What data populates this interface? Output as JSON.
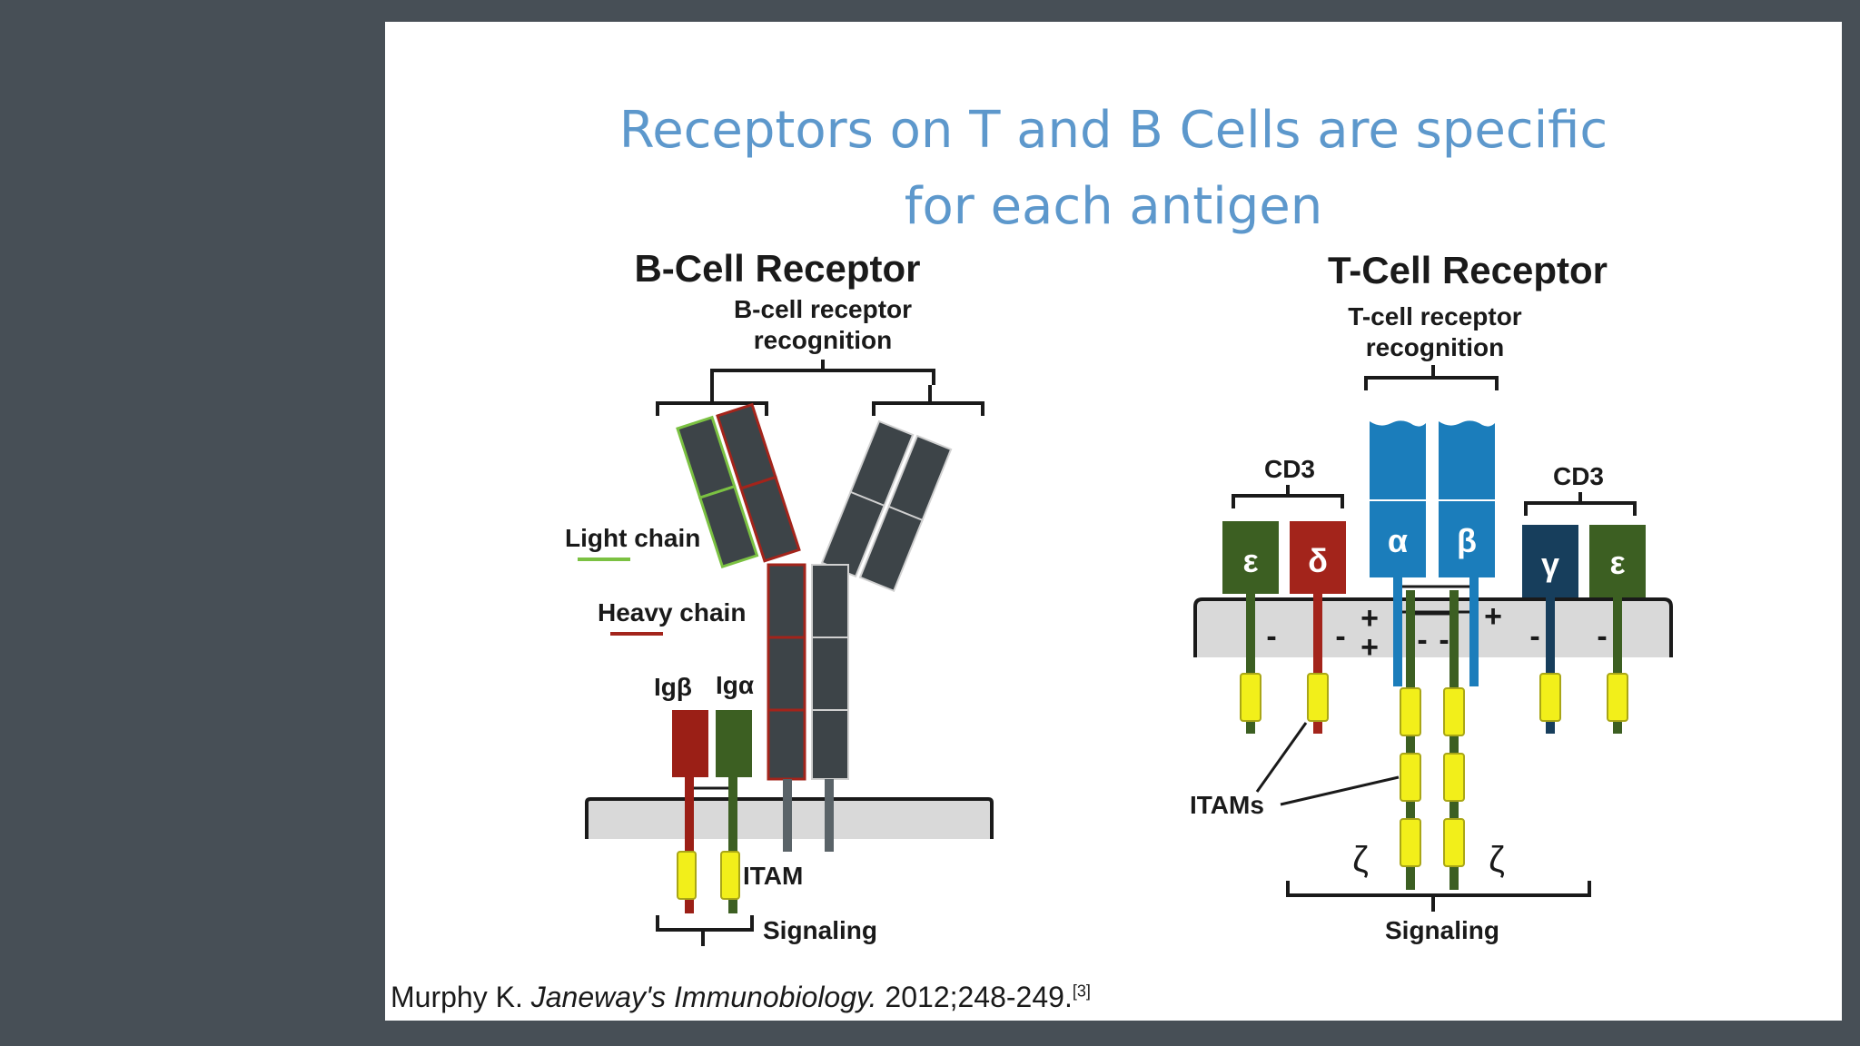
{
  "slide": {
    "title_line1": "Receptors on T and B Cells are specific",
    "title_line2": "for each antigen",
    "citation": {
      "author": "Murphy K.",
      "journal": "Janeway's Immunobiology.",
      "year_pages": "2012;248-249.",
      "ref": "[3]"
    }
  },
  "bcr": {
    "heading": "B-Cell Receptor",
    "recognition_line1": "B-cell receptor",
    "recognition_line2": "recognition",
    "light_chain_label": "Light chain",
    "heavy_chain_label": "Heavy chain",
    "ig_beta_label": "Igβ",
    "ig_alpha_label": "Igα",
    "itam_label": "ITAM",
    "signaling_label": "Signaling"
  },
  "tcr": {
    "heading": "T-Cell Receptor",
    "recognition_line1": "T-cell receptor",
    "recognition_line2": "recognition",
    "cd3_left_label": "CD3",
    "cd3_right_label": "CD3",
    "epsilon_left": "ε",
    "delta": "δ",
    "alpha": "α",
    "beta": "β",
    "gamma": "γ",
    "epsilon_right": "ε",
    "itams_label": "ITAMs",
    "zeta_left": "ζ",
    "zeta_right": "ζ",
    "signaling_label": "Signaling",
    "plus_sign": "+",
    "minus_sign": "-"
  },
  "colors": {
    "background": "#474f56",
    "title": "#5d98cc",
    "chain_gray": "#3d4448",
    "heavy_red": "#a3241b",
    "light_green": "#7bc142",
    "ig_green": "#3c5f22",
    "tcr_blue": "#1b7dbb",
    "gamma_navy": "#173e5c",
    "itam_yellow": "#f2ef1a",
    "membrane": "#d9d9d9"
  }
}
